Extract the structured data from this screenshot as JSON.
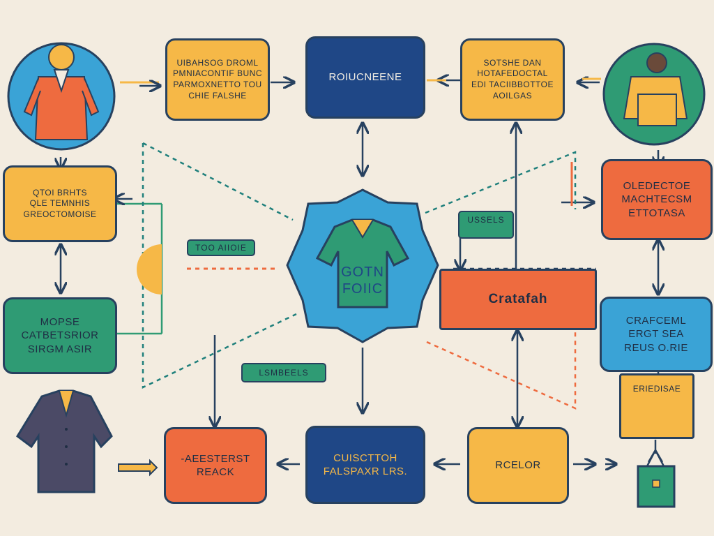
{
  "nodes": {
    "top_left_yellow": {
      "lines": [
        "UIBAHSOG DROML",
        "PMNIACONTIF BUNC",
        "PARMOXNETTO TOU",
        "CHIE FALSHE"
      ]
    },
    "top_center_blue": {
      "lines": [
        "ROIUCNEENE"
      ]
    },
    "top_right_yellow": {
      "lines": [
        "SOTSHE DAN",
        "HOTAFEDOCTAL",
        "EDI TACIIBBOTTOE",
        "AOILGAS"
      ]
    },
    "left_yellow": {
      "lines": [
        "QTOI BRHTS",
        "QLE TEMNHIS",
        "GREOCTOMOISE"
      ]
    },
    "left_green": {
      "lines": [
        "MOPSE",
        "CATBETSRIOR",
        "SIRGM ASIR"
      ]
    },
    "right_orange": {
      "lines": [
        "OLEDECTOE",
        "MACHTECSM",
        "ETTOTASA"
      ]
    },
    "center_orange": {
      "lines": [
        "Cratafah"
      ]
    },
    "right_lightblue": {
      "lines": [
        "CRAFCEML",
        "ERGT SEA",
        "REUS O.RIE"
      ]
    },
    "right_small_yellow": {
      "lines": [
        "ERIEDISAE"
      ]
    },
    "bottom_orange": {
      "lines": [
        "-AEESTERST",
        "REACK"
      ]
    },
    "bottom_blue": {
      "lines": [
        "CUISCTTOH",
        "FALSPAXR LRS."
      ]
    },
    "bottom_yellow": {
      "lines": [
        "RCELOR"
      ]
    }
  },
  "hub": {
    "lines": [
      "GOTN",
      "FOIIC"
    ]
  },
  "tags": {
    "too_aioie": "TOO AIIOIE",
    "ussels": "USSELS",
    "lsmbees": "LSMBEELS"
  },
  "colors": {
    "background": "#f3ece0",
    "yellow": "#f6b847",
    "navy": "#1f4786",
    "orange": "#ee6b3f",
    "green": "#2f9b74",
    "lightblue": "#3aa3d6",
    "teal": "#1e7f7b",
    "outline": "#27415f"
  },
  "icons": [
    "person-vest-icon",
    "delivery-person-icon",
    "shirt-icon",
    "polo-shirt-icon",
    "bicycle-icon",
    "shopping-bag-icon"
  ]
}
